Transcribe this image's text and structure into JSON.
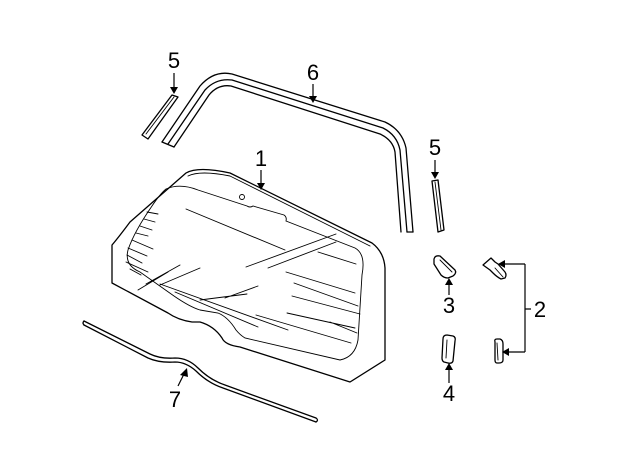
{
  "diagram": {
    "type": "exploded-parts-diagram",
    "background": "#ffffff",
    "line_color": "#000000",
    "callouts": [
      {
        "id": "1",
        "label": "1",
        "part": "back-glass"
      },
      {
        "id": "2",
        "label": "2",
        "part": "glass-hinge-brackets"
      },
      {
        "id": "3",
        "label": "3",
        "part": "upper-bracket-clip"
      },
      {
        "id": "4",
        "label": "4",
        "part": "lower-bracket-clip"
      },
      {
        "id": "5a",
        "label": "5",
        "part": "side-molding-left"
      },
      {
        "id": "5b",
        "label": "5",
        "part": "side-molding-right"
      },
      {
        "id": "6",
        "label": "6",
        "part": "upper-reveal-molding"
      },
      {
        "id": "7",
        "label": "7",
        "part": "lower-weatherstrip"
      }
    ]
  }
}
